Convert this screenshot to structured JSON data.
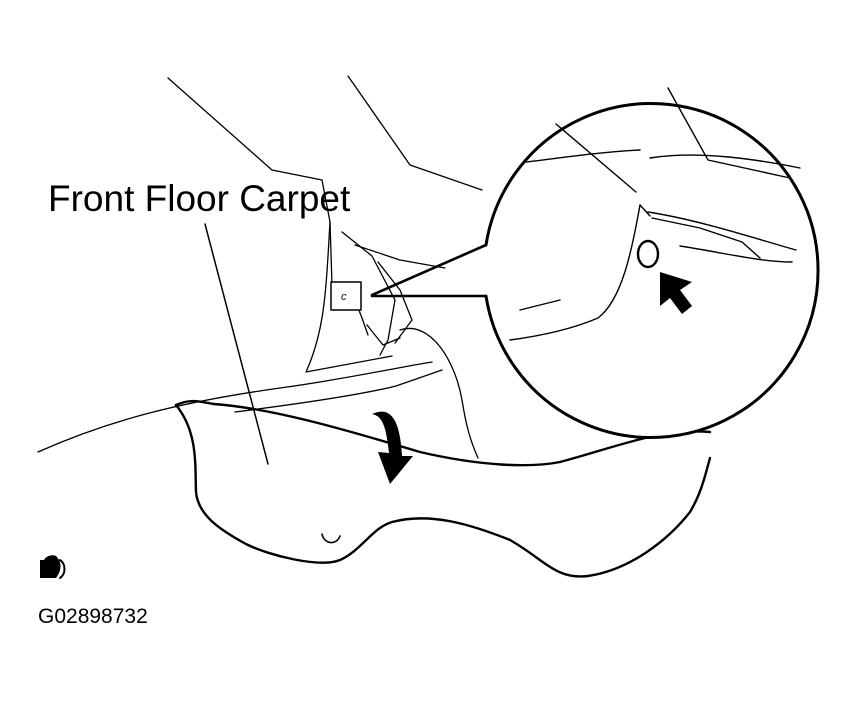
{
  "diagram": {
    "label": "Front Floor Carpet",
    "figure_code": "G02898732",
    "clip_letter": "c",
    "line_color": "#000000",
    "background": "#ffffff"
  }
}
